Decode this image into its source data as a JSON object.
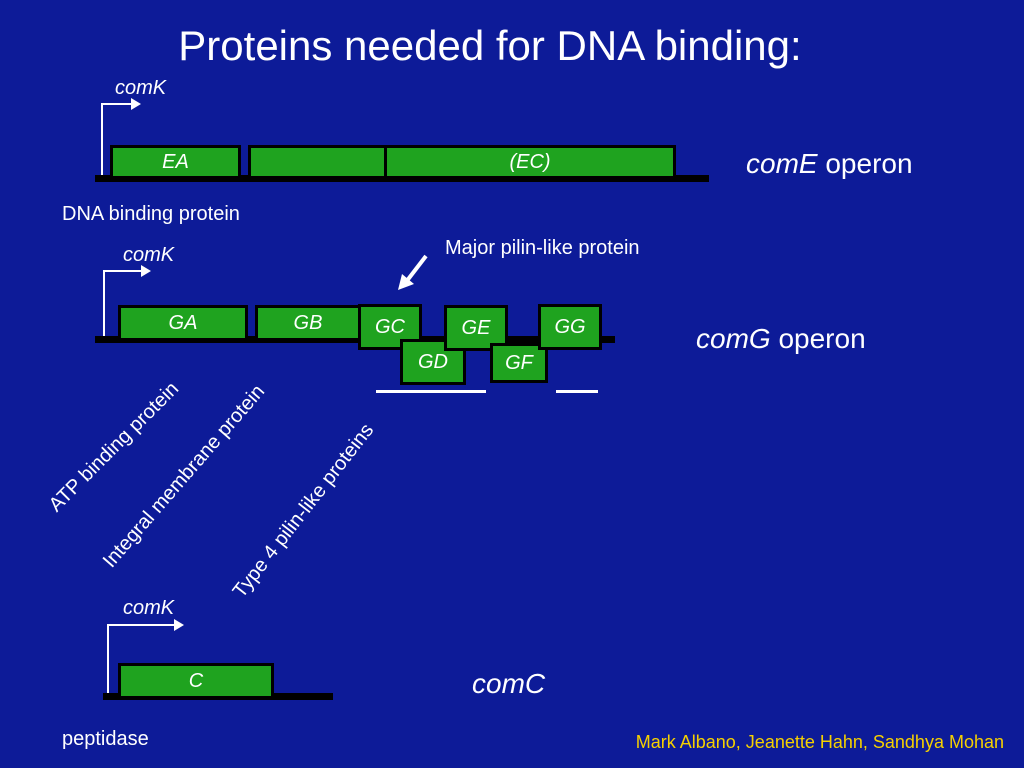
{
  "title": "Proteins needed for DNA binding:",
  "promoter_label": "comK",
  "operons": {
    "comE": {
      "name": "comE",
      "suffix": " operon",
      "genes": [
        "EA",
        "",
        "(EC)"
      ],
      "annotation": "DNA binding protein"
    },
    "comG": {
      "name": "comG",
      "suffix": " operon",
      "genes": [
        "GA",
        "GB",
        "GC",
        "GD",
        "GE",
        "GF",
        "GG"
      ],
      "annotation_major": "Major pilin-like protein",
      "annotation_atp": "ATP binding protein",
      "annotation_membrane": "Integral membrane protein",
      "annotation_type4": "Type 4 pilin-like proteins"
    },
    "comC": {
      "name": "comC",
      "genes": [
        "C"
      ],
      "annotation": "peptidase"
    }
  },
  "credit": "Mark Albano, Jeanette Hahn, Sandhya Mohan",
  "colors": {
    "background": "#0d1b98",
    "gene_fill": "#1fa31f",
    "credit_text": "#f5d000",
    "dna_line": "#000000"
  }
}
